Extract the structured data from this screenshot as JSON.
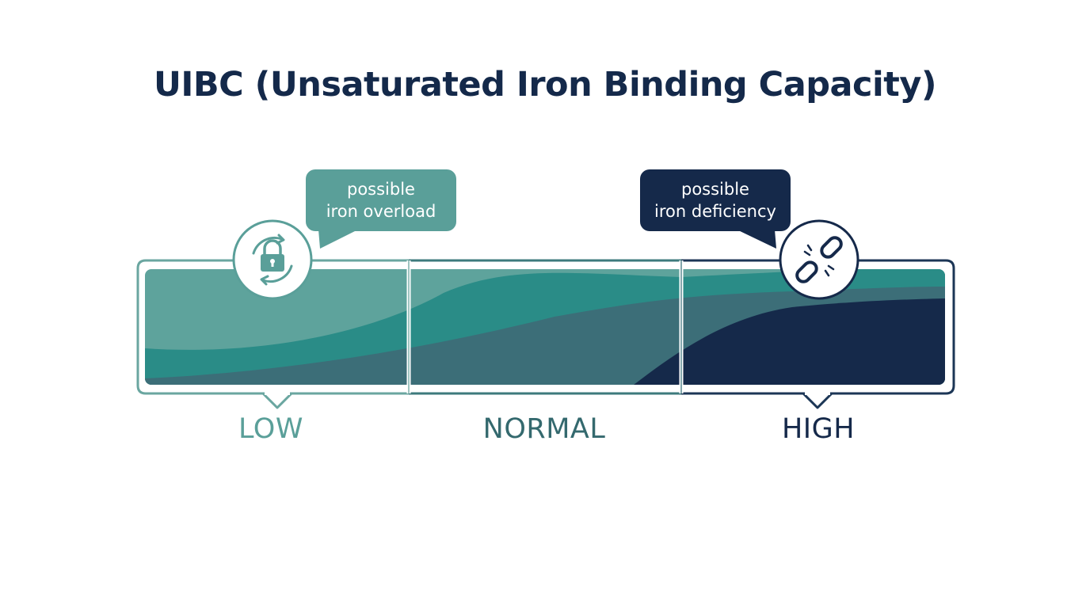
{
  "title": "UIBC (Unsaturated Iron Binding Capacity)",
  "zones": [
    {
      "id": "low",
      "label": "LOW"
    },
    {
      "id": "normal",
      "label": "NORMAL"
    },
    {
      "id": "high",
      "label": "HIGH"
    }
  ],
  "callouts": {
    "low": {
      "line1": "possible",
      "line2": "iron overload",
      "icon": "lock-cycle-icon"
    },
    "high": {
      "line1": "possible",
      "line2": "iron deficiency",
      "icon": "broken-chain-icon"
    }
  },
  "colors": {
    "title": "#14294a",
    "low": "#5a9f99",
    "normal": "#2a8c87",
    "high": "#15294a",
    "frame": "#6aa6a0"
  }
}
